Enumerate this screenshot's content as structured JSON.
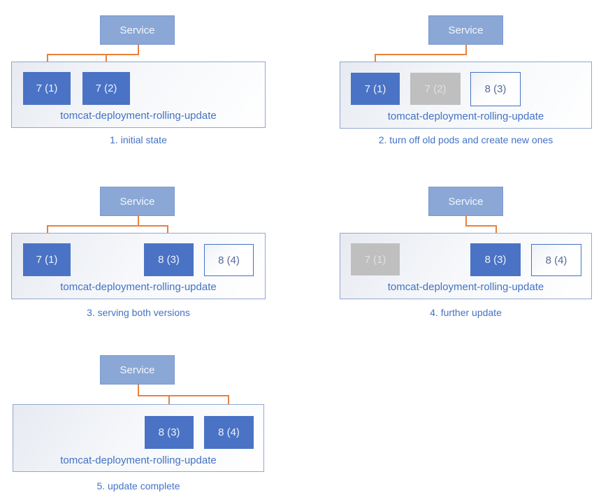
{
  "service_label": "Service",
  "deployment_label": "tomcat-deployment-rolling-update",
  "colors": {
    "service_fill": "#8aa7d6",
    "pod_active": "#4a73c5",
    "pod_terminating": "#bfbfbf",
    "pod_pending_border": "#4472c4",
    "arrow": "#e8813b",
    "container_border": "#92a7cf",
    "text_blue": "#4472c4"
  },
  "stages": [
    {
      "caption": "1. initial state",
      "pods": [
        {
          "label": "7 (1)",
          "state": "active"
        },
        {
          "label": "7 (2)",
          "state": "active"
        }
      ]
    },
    {
      "caption": "2. turn off old pods and create new ones",
      "pods": [
        {
          "label": "7 (1)",
          "state": "active"
        },
        {
          "label": "7 (2)",
          "state": "terminating"
        },
        {
          "label": "8 (3)",
          "state": "pending"
        }
      ]
    },
    {
      "caption": "3. serving both versions",
      "pods": [
        {
          "label": "7 (1)",
          "state": "active"
        },
        {
          "label": "8 (3)",
          "state": "active"
        },
        {
          "label": "8 (4)",
          "state": "pending"
        }
      ]
    },
    {
      "caption": "4. further update",
      "pods": [
        {
          "label": "7 (1)",
          "state": "terminating"
        },
        {
          "label": "8 (3)",
          "state": "active"
        },
        {
          "label": "8 (4)",
          "state": "pending"
        }
      ]
    },
    {
      "caption": "5. update complete",
      "pods": [
        {
          "label": "8 (3)",
          "state": "active"
        },
        {
          "label": "8 (4)",
          "state": "active"
        }
      ]
    }
  ]
}
